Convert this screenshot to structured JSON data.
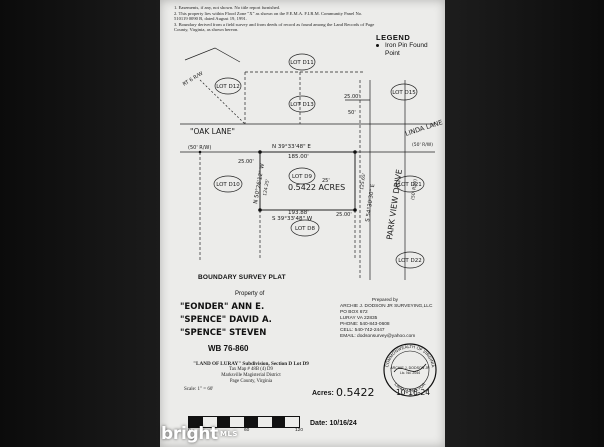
{
  "notes": [
    "1.  Easements, if any, not shown.  No title report furnished.",
    "2.  This property lies within Flood Zone \"X\" as shown on the F.E.M.A. F.I.R.M. Community Panel No.",
    "     510119 0090 B, dated August 19, 1991.",
    "3.  Boundary derived from a field survey and from deeds of record as found among the Land Records of Page",
    "     County, Virginia, as shown hereon."
  ],
  "legend": {
    "title": "LEGEND",
    "iron_pin": "Iron Pin Found",
    "point": "Point"
  },
  "plat": {
    "lots": {
      "d11": "LOT D11",
      "d12": "LOT D12",
      "d13": "LOT D13",
      "d15": "LOT D15",
      "d10": "LOT D10",
      "d9": "LOT D9",
      "d21": "LOT D21",
      "d8": "LOT D8",
      "d22": "LOT D22"
    },
    "roads": {
      "oak_lane": "\"OAK LANE\"",
      "oak_lane_width": "(50' R/W)",
      "linda_lane": "LINDA LANE",
      "linda_lane_width": "(50' R/W)",
      "park_view_drive": "PARK VIEW DRIVE",
      "park_view_width": "(50' R/W)",
      "rt_note": "RT 6 R/W"
    },
    "bearings": {
      "north_line": "N 39°33'48\" E",
      "north_dist": "185.00'",
      "south_line": "S 39°33'48\" W",
      "south_dist": "193.88'",
      "west_line": "N 50°26'12\" W",
      "west_dist": "124.25'",
      "east_line": "S 54°30'30\" E",
      "east_dist": "125.65'"
    },
    "dims": {
      "a": "25.00'",
      "b": "25.00'",
      "c": "25.00'",
      "d": "50'",
      "e": "25'"
    },
    "area": "0.5422 ACRES"
  },
  "title_block": {
    "plat_title": "BOUNDARY SURVEY PLAT",
    "property_of": "Property of",
    "owners": [
      "\"EONDER\" ANN E.",
      "\"SPENCE\" DAVID A.",
      "\"SPENCE\" STEVEN"
    ],
    "wb": "WB 76-860",
    "subdivision": "\"LAND OF LURAY\" Subdivision, Section D Lot D9",
    "tax_map": "Tax Map # 48B (4) D9",
    "district": "Marksville Magisterial District",
    "county": "Page County, Virginia",
    "scale": "Scale: 1\" = 60'"
  },
  "surveyor": {
    "prepared_by": "Prepared by",
    "name": "ARCHIE J. DODSON JR SURVEYING,LLC",
    "po_box": "PO BOX 672",
    "city": "LURAY VA 22835",
    "phone": "PHONE: 540-843-0608",
    "cell": "CELL: 540-742-2447",
    "email": "EMAIL: dodsonsurvey@yahoo.com"
  },
  "acres_label": "Acres:",
  "acres_value": "0.5422",
  "date_label": "Date:",
  "date_value": "10/16/24",
  "seal": {
    "top": "COMMONWEALTH OF VIRGINIA",
    "name": "ARCHIE J. DODSON JR",
    "lic": "Lic. No. 2044",
    "bottom": "LAND SURVEYOR",
    "signed_date": "10-16-24"
  },
  "scalebar": {
    "labels": [
      "0",
      "60",
      "120"
    ]
  },
  "watermark": {
    "brand": "bright",
    "suffix": "MLS"
  },
  "colors": {
    "paper": "#ececea",
    "ink": "#111111",
    "background": "#111111"
  }
}
